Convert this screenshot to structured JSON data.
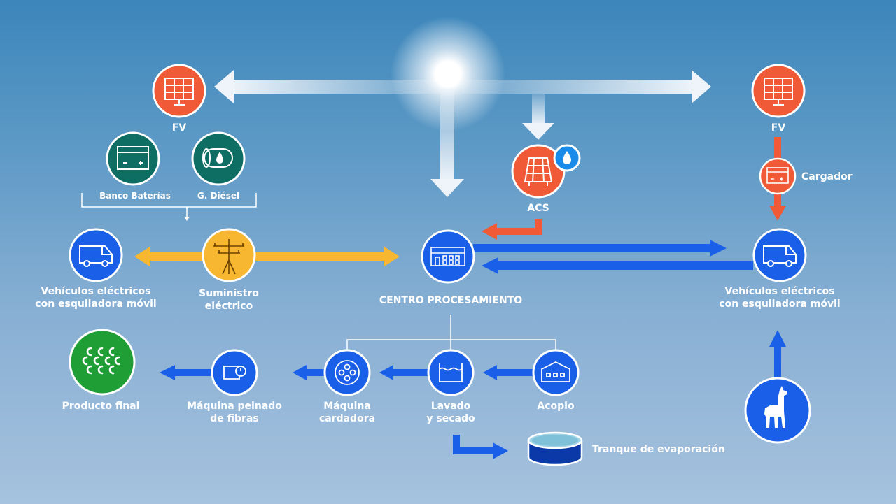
{
  "colors": {
    "orange": "#f05a36",
    "teal": "#0e6e63",
    "blue": "#1a5fe8",
    "yellow": "#f7b731",
    "green": "#1f9e36",
    "sky_arrow": "#e8f0f8"
  },
  "labels": {
    "fv_left": "FV",
    "fv_right": "FV",
    "battery_bank": "Banco Baterías",
    "diesel_generator": "G. Diésel",
    "acs": "ACS",
    "charger": "Cargador",
    "ev_left": "Vehículos eléctricos\ncon esquiladora móvil",
    "power_supply": "Suministro\neléctrico",
    "processing_center": "CENTRO PROCESAMIENTO",
    "ev_right": "Vehículos eléctricos\ncon esquiladora móvil",
    "final_product": "Producto final",
    "combing_machine": "Máquina peinado\nde fibras",
    "carding_machine": "Máquina\ncardadora",
    "washing_drying": "Lavado\ny secado",
    "collection": "Acopio",
    "evaporation_tank": "Tranque de evaporación"
  },
  "icons": {
    "fv_left": "solar-panel-icon",
    "fv_right": "solar-panel-icon",
    "battery_bank": "battery-icon",
    "diesel_generator": "fuel-tank-icon",
    "acs": "solar-thermal-icon",
    "charger": "charger-icon",
    "ev_left": "van-icon",
    "power_supply": "power-pole-icon",
    "processing_center": "factory-icon",
    "ev_right": "van-icon",
    "final_product": "wool-icon",
    "combing_machine": "combing-machine-icon",
    "carding_machine": "carding-machine-icon",
    "washing_drying": "washing-tub-icon",
    "collection": "warehouse-icon",
    "evaporation_tank": "evaporation-pond-icon",
    "alpaca": "alpaca-icon",
    "water_drop": "water-drop-icon"
  }
}
